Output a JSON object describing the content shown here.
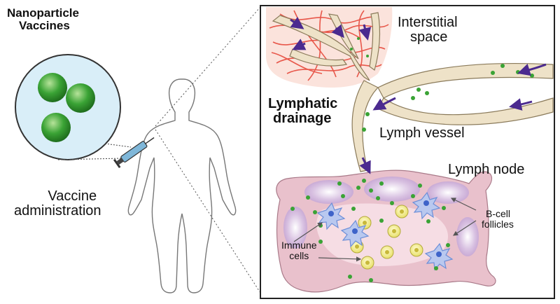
{
  "labels": {
    "nanoparticle_line1": "Nanoparticle",
    "nanoparticle_line2": "Vaccines",
    "vaccine_line1": "Vaccine",
    "vaccine_line2": "administration",
    "interstitial_line1": "Interstitial",
    "interstitial_line2": "space",
    "lymphatic_line1": "Lymphatic",
    "lymphatic_line2": "drainage",
    "lymph_vessel": "Lymph vessel",
    "lymph_node": "Lymph node",
    "bcell_line1": "B-cell",
    "bcell_line2": "follicles",
    "immune_line1": "Immune",
    "immune_line2": "cells"
  },
  "colors": {
    "nanoparticle_green": "#3aa335",
    "circle_fill": "#d9eef8",
    "collagen_red": "#e8574a",
    "vessel_fill": "#eee2c8",
    "node_fill": "#e9c1cc",
    "follicle_fill": "#d6b8dc",
    "immune_cell_blue": "#6d8fd8",
    "yellow_cell": "#e8e06a",
    "arrow_purple": "#4b2a8f"
  }
}
